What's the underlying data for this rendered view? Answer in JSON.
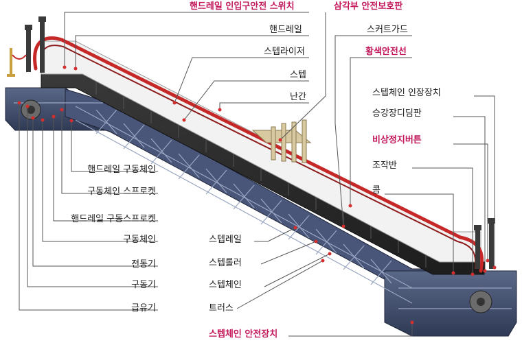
{
  "colors": {
    "highlight": "#c2185b",
    "text": "#1a1a1a",
    "leader": "#555555",
    "handrail": "#c62828",
    "truss": "#3d4a66",
    "step": "#2b2b2b"
  },
  "labels": {
    "handrail_inlet_switch": "핸드레일 인입구안전 스위치",
    "triangle_guard": "삼각부 안전보호판",
    "handrail": "핸드레일",
    "skirt_guard": "스커트가드",
    "step_riser": "스텝라이저",
    "yellow_line": "황색안전선",
    "step": "스텝",
    "balustrade": "난간",
    "step_chain_tension": "스텝체인 인장장치",
    "landing_plate": "승강장디딤판",
    "emergency_stop": "비상정지버튼",
    "control_panel": "조작반",
    "comb": "콤",
    "handrail_drive_chain": "핸드레일 구동체인",
    "drive_chain_sprocket": "구동체인 스프로켓",
    "handrail_drive_sprocket": "핸드레일 구동스프로켓",
    "drive_chain": "구동체인",
    "motor": "전동기",
    "drive_unit": "구동기",
    "oiler": "급유기",
    "step_rail": "스텝레일",
    "step_roller": "스텝롤러",
    "step_chain": "스텝체인",
    "truss": "트러스",
    "step_chain_safety": "스텝체인 안전장치"
  }
}
